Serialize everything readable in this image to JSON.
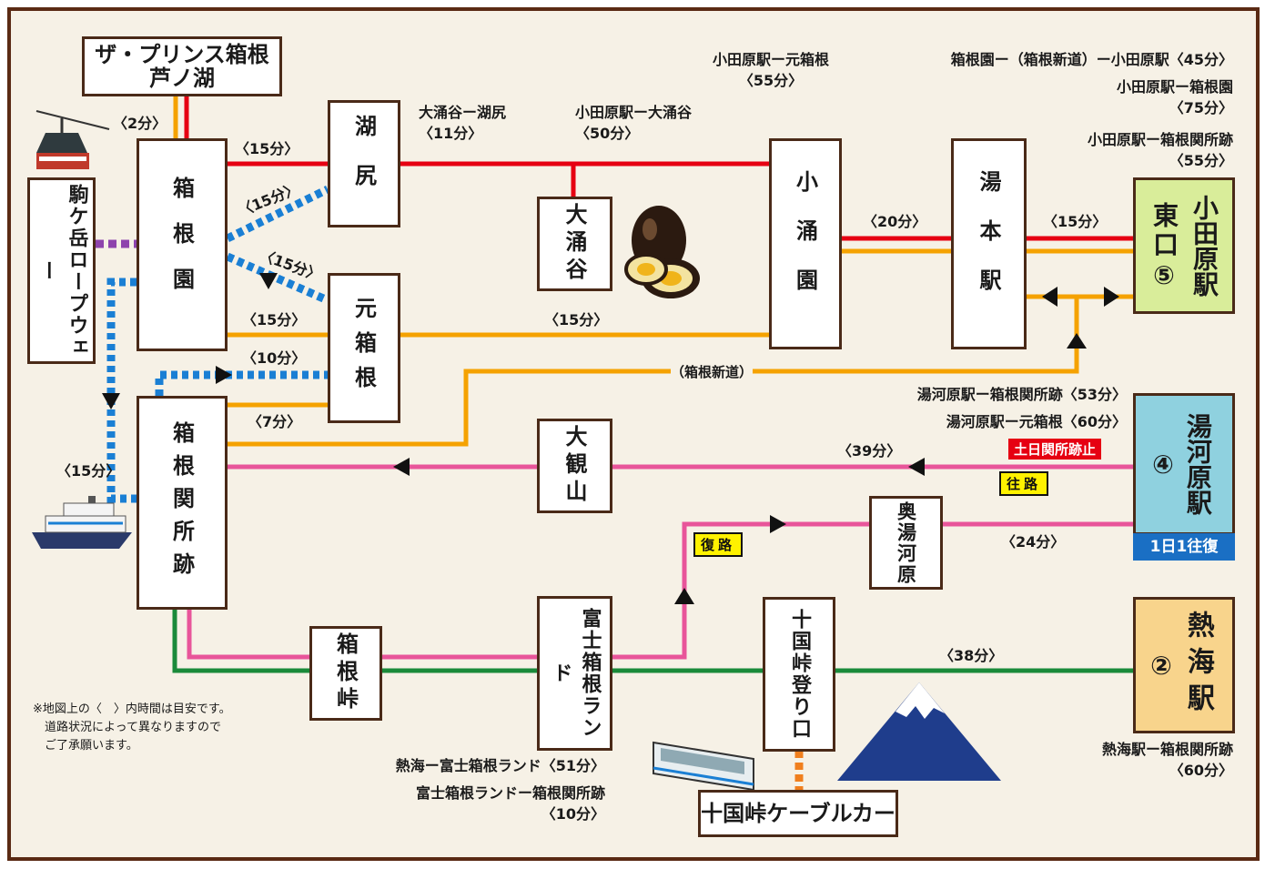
{
  "stations": {
    "prince": "ザ・プリンス箱根\n芦ノ湖",
    "hakone_en": "箱根園",
    "kojiri": "湖尻",
    "owakudani": "大涌谷",
    "kowakien": "小涌園",
    "yumoto": "湯本駅",
    "odawara": "小田原駅",
    "odawara_exit": "東口",
    "odawara_num": "⑤",
    "motohakone": "元箱根",
    "sekisho": "箱根関所跡",
    "komagatake": "駒ケ岳ロープウェー",
    "owakudani_sub": "",
    "odakuyama": "大観山",
    "okuyugawara": "奥湯河原",
    "yugawara": "湯河原駅",
    "yugawara_num": "④",
    "hakone_toge": "箱根峠",
    "fuji_land": "富士箱根ランド",
    "jukkoku": "十国峠登り口",
    "jukkoku_cable": "十国峠ケーブルカー",
    "atami": "熱海駅",
    "atami_num": "②"
  },
  "times": {
    "t_prince": "〈2分〉",
    "t_en_kojiri": "〈15分〉",
    "t_en_kojiri_ship": "〈15分〉",
    "t_en_moto_ship": "〈15分〉",
    "t_en_moto": "〈15分〉",
    "t_moto_kowakien": "〈15分〉",
    "t_kowa_yumoto": "〈20分〉",
    "t_yumoto_odawara": "〈15分〉",
    "t_sek_moto_ship": "〈10分〉",
    "t_sek_moto": "〈7分〉",
    "t_ship_left": "〈15分〉",
    "t_yugawara_left": "〈39分〉",
    "t_okuyu": "〈24分〉",
    "t_atami": "〈38分〉",
    "shindo": "（箱根新道）"
  },
  "route_notes": {
    "owaku_kojiri": "大涌谷ー湖尻\n〈11分〉",
    "odawara_owaku": "小田原駅ー大涌谷\n〈50分〉",
    "odawara_moto": "小田原駅ー元箱根\n〈55分〉",
    "en_odawara_shindo": "箱根園ー（箱根新道）ー小田原駅〈45分〉",
    "odawara_en": "小田原駅ー箱根園\n〈75分〉",
    "odawara_sekisho": "小田原駅ー箱根関所跡\n〈55分〉",
    "yugawara_sekisho": "湯河原駅ー箱根関所跡〈53分〉",
    "yugawara_moto": "湯河原駅ー元箱根〈60分〉",
    "atami_fuji": "熱海ー富士箱根ランド〈51分〉",
    "fuji_sekisho": "富士箱根ランドー箱根関所跡\n〈10分〉",
    "atami_sekisho": "熱海駅ー箱根関所跡\n〈60分〉"
  },
  "tags": {
    "weekend_stop": "土日関所跡止",
    "outbound": "往路",
    "return": "復路",
    "once_daily": "1日1往復"
  },
  "footnote": "※地図上の〈　〉内時間は目安です。\n　道路状況によって異なりますので\n　ご了承願います。",
  "colors": {
    "red_line": "#e60012",
    "orange_line": "#f5a200",
    "blue_ship": "#1a7fd4",
    "purple_rope": "#8e44ad",
    "pink_line": "#e8559a",
    "green_line": "#1a8a3a",
    "cable_orange": "#f07f1e",
    "odawara_bg": "#d9ed9a",
    "yugawara_bg": "#8fd1df",
    "atami_bg": "#f8d48c",
    "border": "#5a2a14"
  },
  "icons": [
    "ropeway-icon",
    "ship-icon",
    "black-eggs-icon",
    "mount-fuji-icon",
    "cable-car-icon"
  ]
}
